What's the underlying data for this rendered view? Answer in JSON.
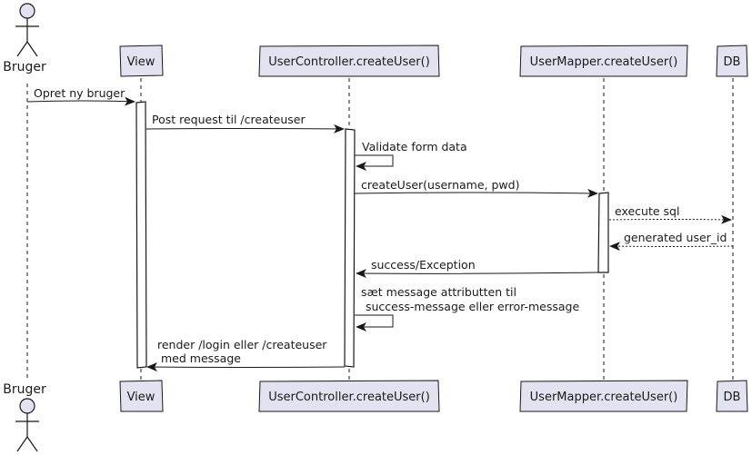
{
  "participants": {
    "bruger": "Bruger",
    "view": "View",
    "controller": "UserController.createUser()",
    "mapper": "UserMapper.createUser()",
    "db": "DB"
  },
  "messages": {
    "m1": "Opret ny bruger",
    "m2": "Post request til /createuser",
    "m3": "Validate form data",
    "m4": "createUser(username, pwd)",
    "m5": "execute sql",
    "m6": "generated user_id",
    "m7": "success/Exception",
    "m8_line1": "sæt message attributten til",
    "m8_line2": "success-message eller error-message",
    "m9_line1": "render /login  eller /createuser",
    "m9_line2": "med message"
  },
  "colors": {
    "participant_fill": "#e2e2f0",
    "participant_border": "#181818",
    "actor_fill": "#e2e2f0",
    "lifeline": "#181818",
    "background": "#ffffff"
  }
}
